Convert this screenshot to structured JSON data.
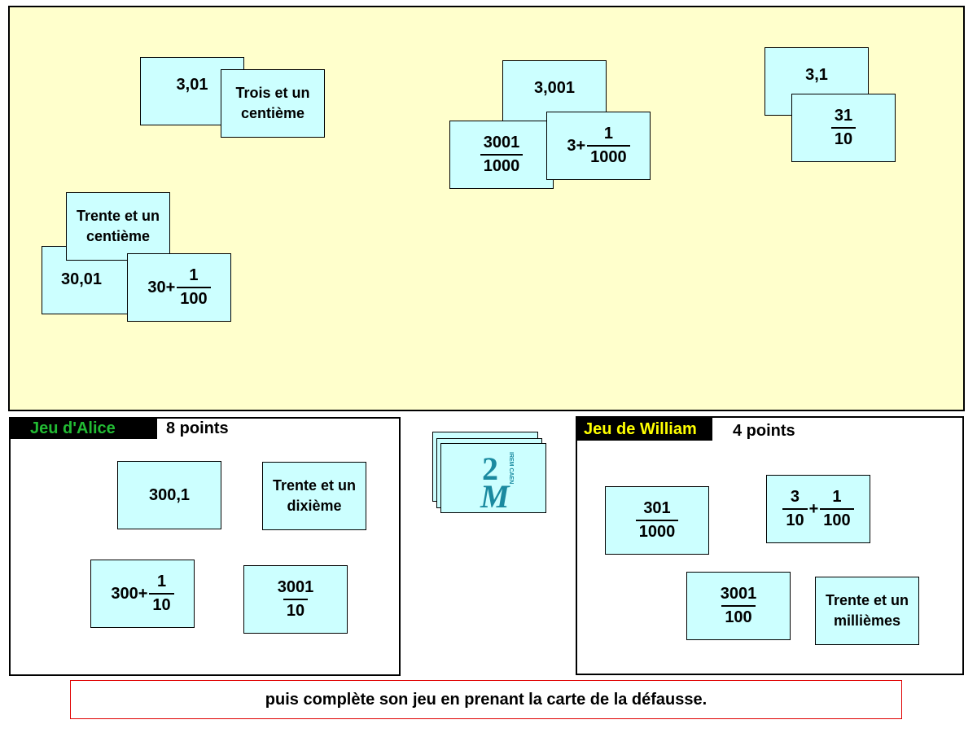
{
  "table_cards": [
    {
      "type": "text",
      "text": "3,01"
    },
    {
      "type": "text",
      "text": "Trois et un centième"
    },
    {
      "type": "text",
      "text": "3,001"
    },
    {
      "type": "frac",
      "num": "3001",
      "den": "1000"
    },
    {
      "type": "mixed",
      "int": "3+",
      "num": "1",
      "den": "1000"
    },
    {
      "type": "text",
      "text": "3,1"
    },
    {
      "type": "frac",
      "num": "31",
      "den": "10"
    },
    {
      "type": "text",
      "text": "30,01"
    },
    {
      "type": "text",
      "text": "Trente et un centième"
    },
    {
      "type": "mixed",
      "int": "30+",
      "num": "1",
      "den": "100"
    }
  ],
  "alice": {
    "title": "Jeu d'Alice",
    "title_color": "#22bb33",
    "points": "8 points",
    "cards": [
      {
        "type": "text",
        "text": "300,1"
      },
      {
        "type": "text",
        "text": "Trente et un dixième"
      },
      {
        "type": "mixed",
        "int": "300+",
        "num": "1",
        "den": "10"
      },
      {
        "type": "frac",
        "num": "3001",
        "den": "10"
      }
    ]
  },
  "william": {
    "title": "Jeu de William",
    "title_color": "#ffff00",
    "points": "4 points",
    "cards": [
      {
        "type": "frac",
        "num": "301",
        "den": "1000"
      },
      {
        "type": "sum",
        "num": "3",
        "den": "10",
        "num2": "1",
        "den2": "100"
      },
      {
        "type": "frac",
        "num": "3001",
        "den": "100"
      },
      {
        "type": "text",
        "text": "Trente et un millièmes"
      }
    ]
  },
  "deck": {
    "logo_text": "2M IREM CAEN"
  },
  "message": "puis complète son jeu en prenant la carte de la défausse.",
  "colors": {
    "table": "#ffffcc",
    "card": "#ccffff",
    "message_border": "#e00000"
  }
}
